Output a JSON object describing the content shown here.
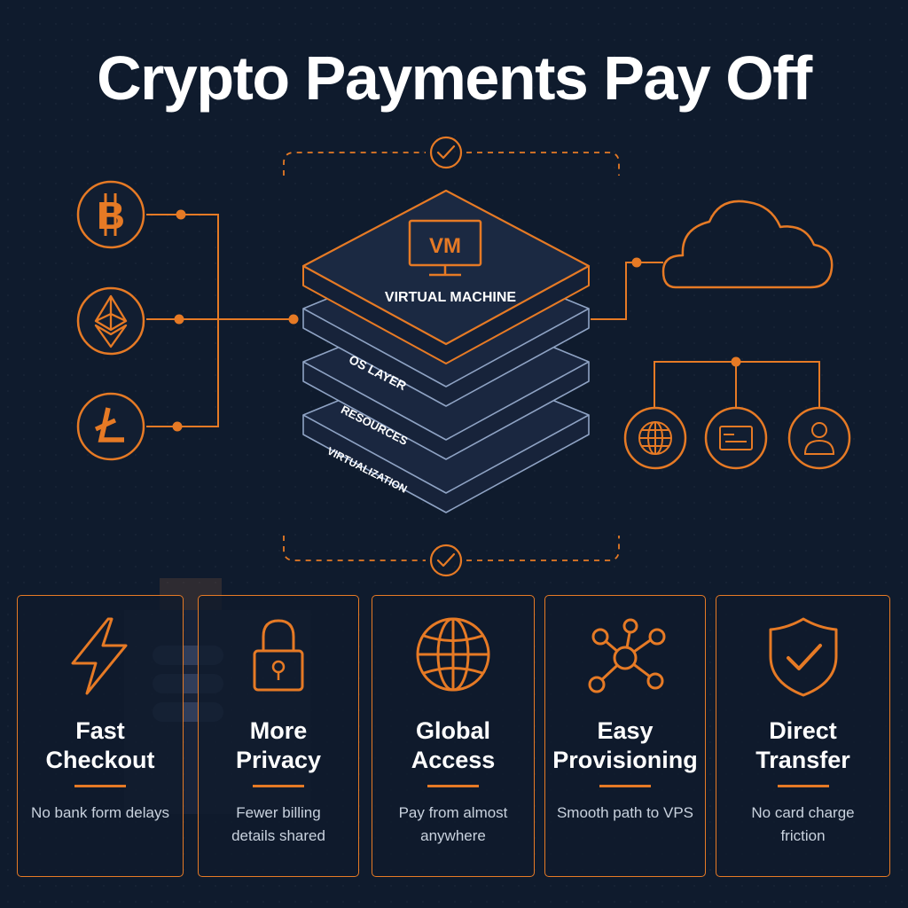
{
  "title": "Crypto Payments Pay Off",
  "colors": {
    "background": "#0f1b2d",
    "accent": "#e67a25",
    "text": "#ffffff",
    "muted": "#c9d2de",
    "stack_line": "#8fa3c4"
  },
  "diagram": {
    "coins": [
      {
        "icon": "bitcoin-icon"
      },
      {
        "icon": "ethereum-icon"
      },
      {
        "icon": "litecoin-icon"
      }
    ],
    "vm_badge": "VM",
    "vm_label": "VIRTUAL MACHINE",
    "layers": [
      "OS LAYER",
      "RESOURCES",
      "VIRTUALIZATION"
    ],
    "check_icons": [
      "check-circle-icon",
      "check-circle-icon"
    ],
    "cloud_icon": "cloud-icon",
    "endpoints": [
      {
        "icon": "globe-icon"
      },
      {
        "icon": "card-icon"
      },
      {
        "icon": "user-icon"
      }
    ]
  },
  "cards": [
    {
      "icon": "lightning-icon",
      "title_line1": "Fast",
      "title_line2": "Checkout",
      "desc_line1": "No bank form delays",
      "desc_line2": ""
    },
    {
      "icon": "lock-icon",
      "title_line1": "More",
      "title_line2": "Privacy",
      "desc_line1": "Fewer billing",
      "desc_line2": "details shared"
    },
    {
      "icon": "globe-icon",
      "title_line1": "Global",
      "title_line2": "Access",
      "desc_line1": "Pay from almost",
      "desc_line2": "anywhere"
    },
    {
      "icon": "network-icon",
      "title_line1": "Easy",
      "title_line2": "Provisioning",
      "desc_line1": "Smooth path to VPS",
      "desc_line2": ""
    },
    {
      "icon": "shield-check-icon",
      "title_line1": "Direct",
      "title_line2": "Transfer",
      "desc_line1": "No card charge",
      "desc_line2": "friction"
    }
  ]
}
